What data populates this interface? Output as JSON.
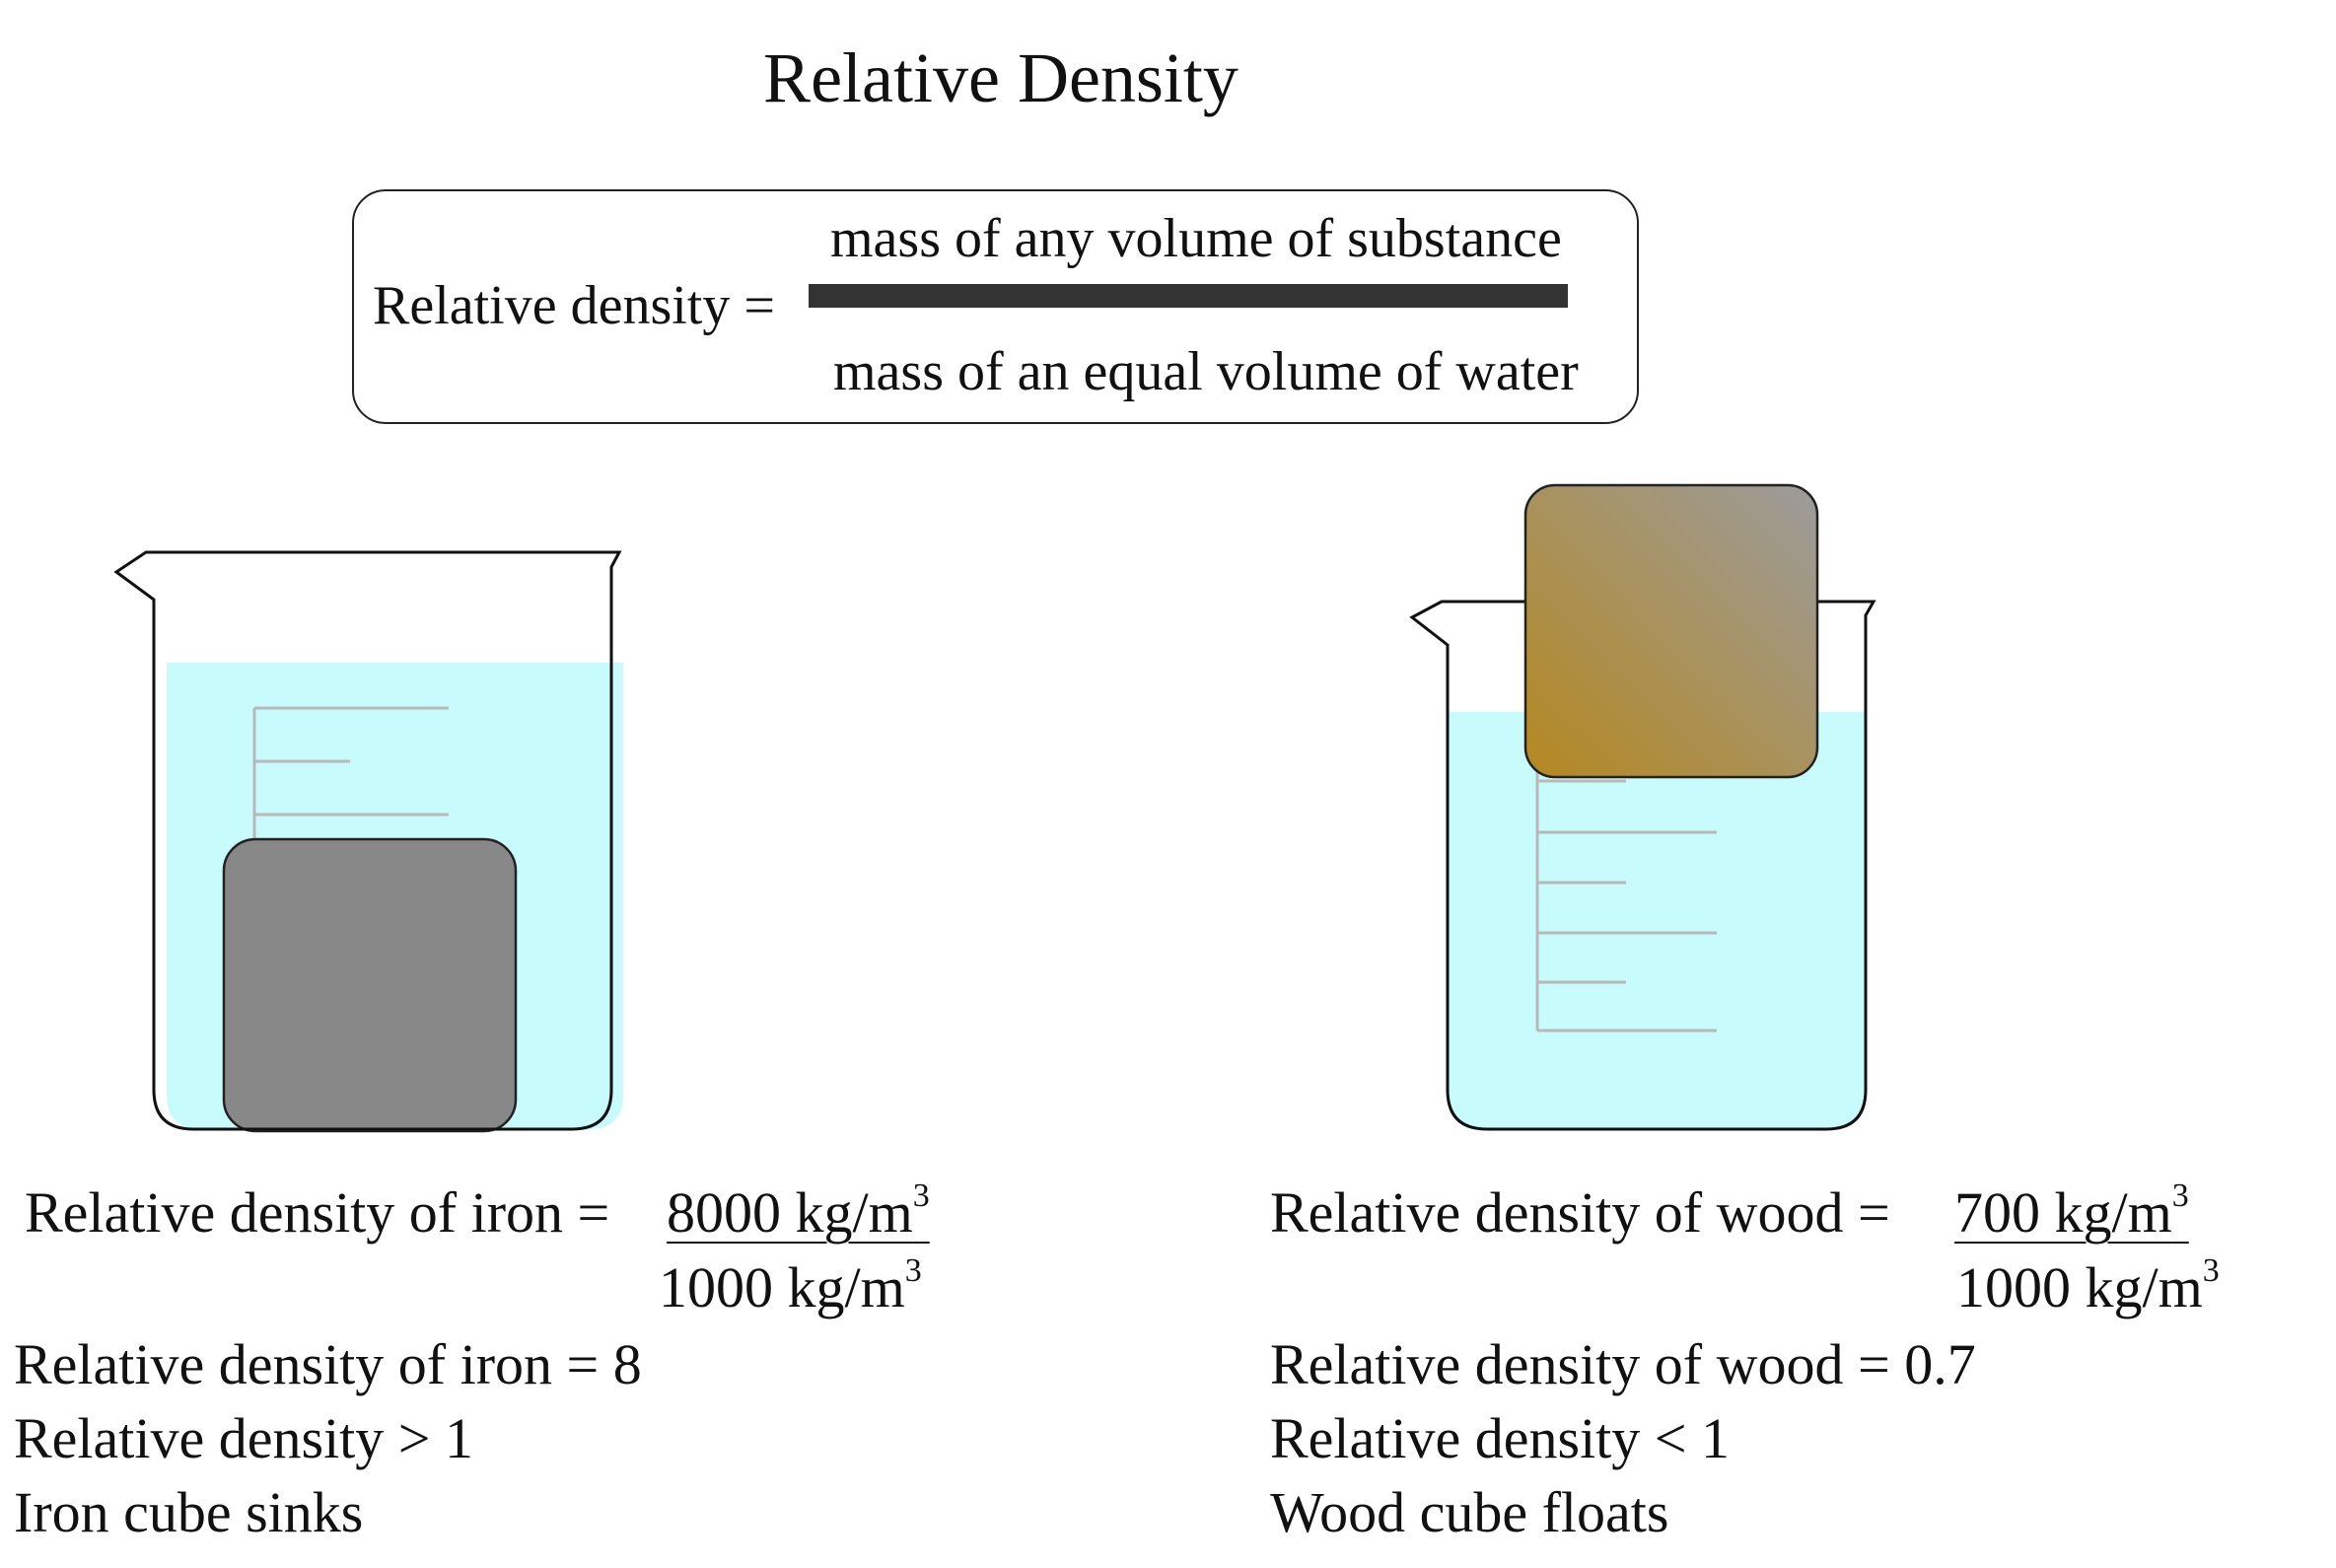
{
  "title": "Relative Density",
  "formula": {
    "lhs": "Relative density =",
    "numerator": "mass of any volume of substance",
    "denominator": "mass of an equal volume of water"
  },
  "colors": {
    "water": "#c8fcfc",
    "iron": "#888888",
    "wood_dark": "#b58820",
    "wood_light": "#9c9c9c",
    "graduation": "#b8b8b8"
  },
  "iron": {
    "line1_label": "Relative density of iron =",
    "line1_num": "8000 kg/m",
    "line1_den": "1000 kg/m",
    "exponent": "3",
    "line2": "Relative density of iron = 8",
    "line3": "Relative density > 1",
    "line4": "Iron cube sinks"
  },
  "wood": {
    "line1_label": "Relative density of wood =",
    "line1_num": "700 kg/m",
    "line1_den": "1000 kg/m",
    "exponent": "3",
    "line2": "Relative density of wood = 0.7",
    "line3": "Relative density < 1",
    "line4": "Wood cube floats"
  }
}
